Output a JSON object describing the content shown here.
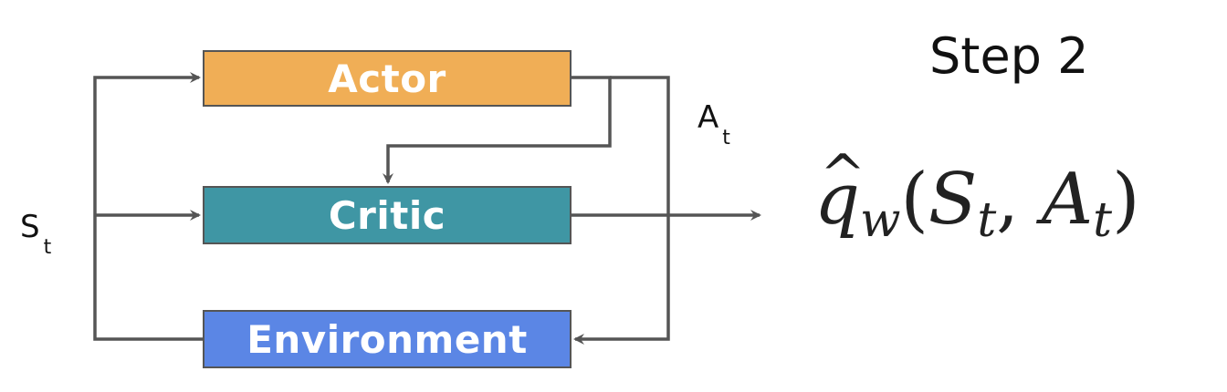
{
  "diagram": {
    "step_title": "Step 2",
    "boxes": {
      "actor": "Actor",
      "critic": "Critic",
      "environment": "Environment"
    },
    "labels": {
      "state": {
        "base": "S",
        "sub": "t"
      },
      "action": {
        "base": "A",
        "sub": "t"
      }
    },
    "formula": {
      "hat": "^",
      "q": "q",
      "w": "w",
      "open_paren": "(",
      "s": "S",
      "t1": "t",
      "comma": ", ",
      "a": "A",
      "t2": "t",
      "close_paren": ")"
    },
    "colors": {
      "actor": "#F0AE56",
      "critic": "#3F96A4",
      "environment": "#5B86E5",
      "arrow": "#555555"
    }
  }
}
